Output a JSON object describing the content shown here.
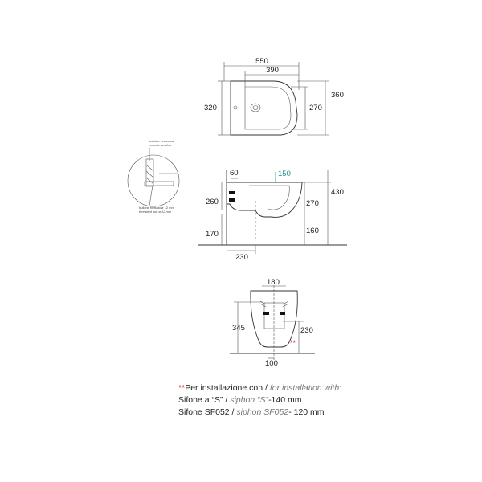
{
  "top_view": {
    "dim_width": "550",
    "dim_inner_width": "390",
    "dim_left_depth": "320",
    "dim_inner_depth": "270",
    "dim_total_depth": "360"
  },
  "detail": {
    "section_label_it": "sezione ceramica",
    "section_label_en": "ceramic section",
    "bolt_label_it": "bullone filettato ø 12 mm",
    "bolt_label_en": "threaded bolt ø 12 mm"
  },
  "side_view": {
    "dim_top_offset": "60",
    "dim_supply": "150",
    "dim_left_height": "260",
    "dim_inner_height": "270",
    "dim_total_height": "430",
    "dim_floor_left": "170",
    "dim_floor_right": "160",
    "dim_depth": "230"
  },
  "front_view": {
    "dim_fixing_width": "180",
    "dim_height": "345",
    "dim_drain_height": "230",
    "dim_drain_width": "100",
    "marker": "**"
  },
  "notes": {
    "marker": "**",
    "line1_it": "Per installazione con /",
    "line1_en": "for installation with",
    "line1_tail": ":",
    "line2_it": "Sifone a “S” /",
    "line2_en": "siphon “S”",
    "line2_tail": "-140 mm",
    "line3_it": "Sifone SF052 /",
    "line3_en": "siphon SF052",
    "line3_tail": "- 120 mm"
  },
  "colors": {
    "accent_teal": "#1f8f8f",
    "marker_red": "#d83a3a"
  }
}
